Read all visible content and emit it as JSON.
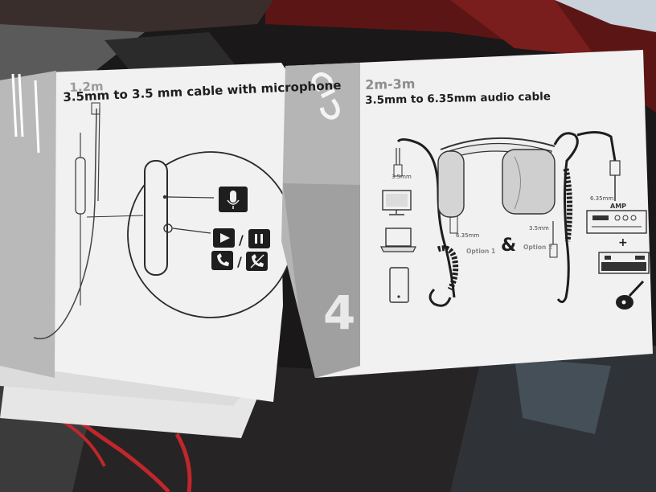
{
  "left_page": {
    "length": "1.2m",
    "title": "3.5mm to 3.5 mm cable with microphone",
    "icons": [
      "microphone-icon",
      "play-icon",
      "pause-icon",
      "phone-answer-icon",
      "phone-end-icon"
    ]
  },
  "right_page": {
    "length": "2m-3m",
    "title": "3.5mm to 6.35mm audio cable",
    "page_number": "4",
    "labels": {
      "jack_3_5_top": "3.5mm",
      "jack_6_35_left": "6.35mm",
      "jack_3_5_mid": "3.5mm",
      "jack_6_35_right": "6.35mm",
      "amp": "AMP",
      "option1": "Option 1",
      "option2": "Option 2",
      "ampersand": "&",
      "plus": "+"
    },
    "icons": [
      "link-icon",
      "monitor-icon",
      "laptop-icon",
      "tablet-icon",
      "headphones-icon",
      "amplifier-icon",
      "keyboard-icon",
      "guitar-icon"
    ]
  },
  "colors": {
    "background": "#1d1a1a",
    "paper": "#f1f1f1",
    "gray_band": "#b5b5b5",
    "ink": "#1e1e1e",
    "drawstring": "#c0262b"
  }
}
